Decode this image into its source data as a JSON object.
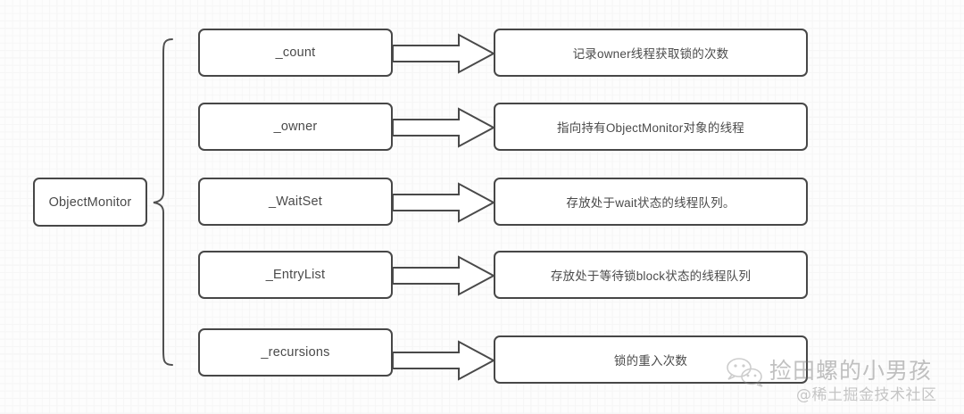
{
  "diagram": {
    "type": "tree",
    "root": {
      "label": "ObjectMonitor"
    },
    "fields": [
      {
        "name": "_count",
        "desc": "记录owner线程获取锁的次数"
      },
      {
        "name": "_owner",
        "desc": "指向持有ObjectMonitor对象的线程"
      },
      {
        "name": "_WaitSet",
        "desc": "存放处于wait状态的线程队列。"
      },
      {
        "name": "_EntryList",
        "desc": "存放处于等待锁block状态的线程队列"
      },
      {
        "name": "_recursions",
        "desc": "锁的重入次数"
      }
    ],
    "connector_icon": "curly-brace",
    "arrow_icon": "block-arrow-right"
  },
  "watermark": {
    "title": "捡田螺的小男孩",
    "subtitle": "@稀土掘金技术社区",
    "logo_icon": "wechat-icon"
  },
  "colors": {
    "border": "#474747",
    "text": "#4a4a4a",
    "background": "#fdfdfd",
    "grid": "#ececec"
  }
}
